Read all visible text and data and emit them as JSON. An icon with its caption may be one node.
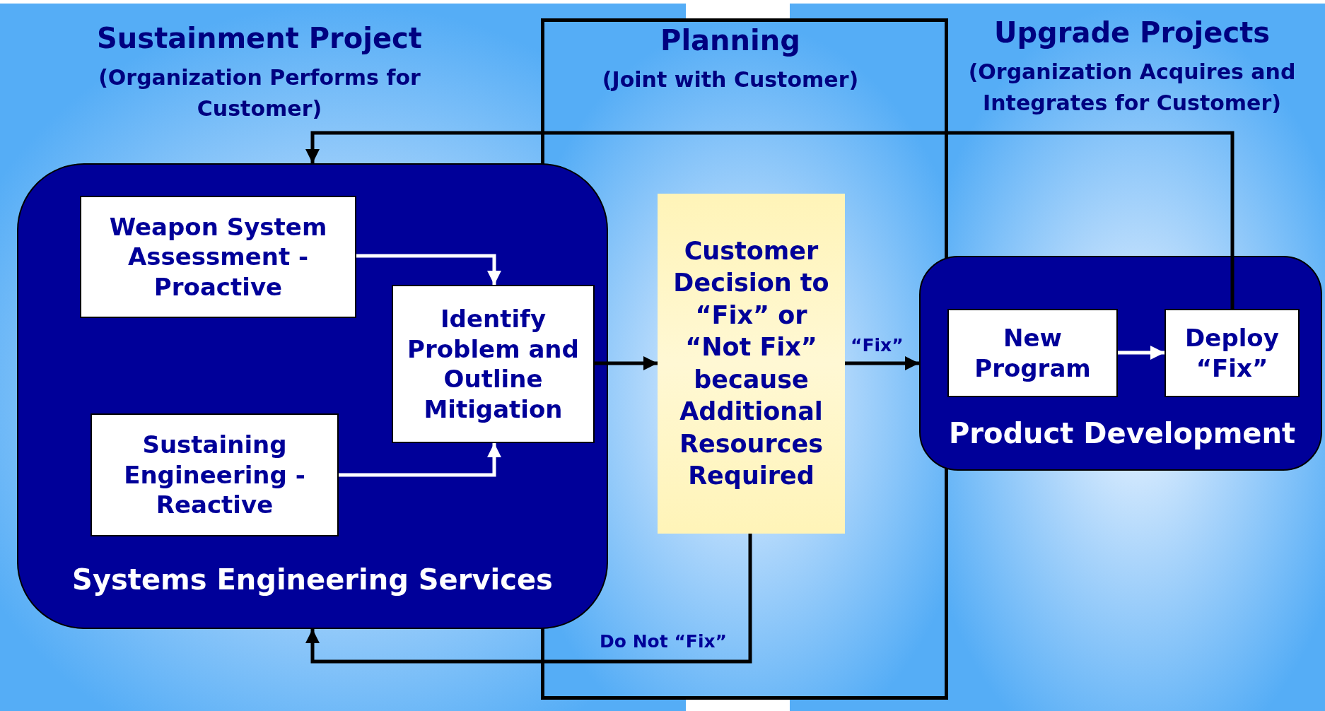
{
  "diagram": {
    "nodes": [
      {
        "text": [
          "Sustainment Project",
          "(Organization Performs for Customer)"
        ]
      },
      {
        "text": [
          "Planning",
          "(Joint with Customer)"
        ]
      },
      {
        "text": [
          "Upgrade Projects",
          "(Organization Acquires and Integrates for Customer)"
        ]
      },
      {
        "text": [
          "Systems Engineering Services"
        ],
        "in": 0
      },
      {
        "text": [
          "Weapon System Assessment - Proactive"
        ],
        "in": 3
      },
      {
        "text": [
          "Sustaining Engineering - Reactive"
        ],
        "in": 3
      },
      {
        "text": [
          "Identify Problem and Outline Mitigation"
        ],
        "in": 3
      },
      {
        "text": [
          "Customer Decision to “Fix” or “Not Fix” because Additional Resources Required"
        ],
        "in": 1
      },
      {
        "text": [
          "Product Development"
        ],
        "in": 2
      },
      {
        "text": [
          "New Program"
        ],
        "in": 8
      },
      {
        "text": [
          "Deploy “Fix”"
        ],
        "in": 8
      }
    ],
    "edges": [
      {
        "from": 4,
        "to": 6,
        "arrow": "to",
        "color": "#ffffff"
      },
      {
        "from": 5,
        "to": 6,
        "arrow": "to",
        "color": "#ffffff"
      },
      {
        "from": 6,
        "to": 7,
        "arrow": "to"
      },
      {
        "from": 7,
        "to": 8,
        "arrow": "to",
        "label": "“Fix”"
      },
      {
        "from": 9,
        "to": 10,
        "arrow": "to",
        "color": "#ffffff"
      },
      {
        "from": 10,
        "to": 3,
        "arrow": "to"
      },
      {
        "from": 7,
        "to": 3,
        "arrow": "to",
        "label": "Do Not “Fix”"
      }
    ]
  }
}
